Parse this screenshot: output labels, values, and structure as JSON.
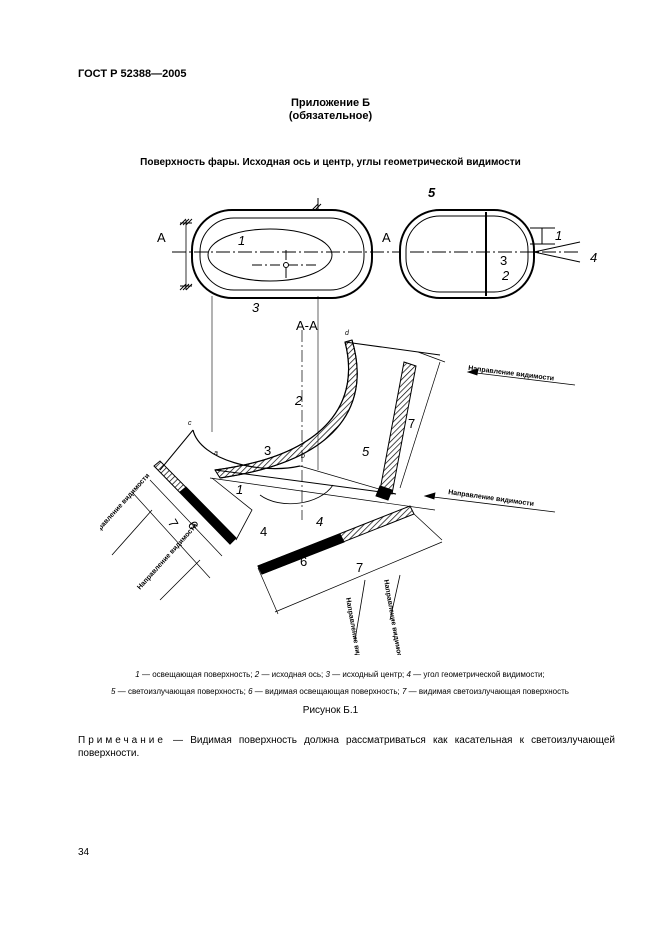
{
  "header": {
    "doc_id": "ГОСТ Р 52388—2005"
  },
  "annex": {
    "title": "Приложение Б",
    "subtitle": "(обязательное)"
  },
  "figure": {
    "heading": "Поверхность фары. Исходная ось и центр, углы геометрической видимости",
    "section_label": "А-А",
    "cut_label": "А",
    "callouts": [
      "1",
      "2",
      "3",
      "4",
      "5",
      "6",
      "7"
    ],
    "point_labels": [
      "a",
      "b",
      "c",
      "d"
    ],
    "direction_label": "Направление видимости",
    "caption": "Рисунок Б.1",
    "legend": [
      {
        "n": "1",
        "text": " — освещающая поверхность; "
      },
      {
        "n": "2",
        "text": " — исходная ось; "
      },
      {
        "n": "3",
        "text": " — исходный центр; "
      },
      {
        "n": "4",
        "text": " — угол геометрической видимости;"
      },
      {
        "n": "5",
        "text": " — светоизлучающая поверхность; "
      },
      {
        "n": "6",
        "text": " — видимая освещающая поверхность; "
      },
      {
        "n": "7",
        "text": " — видимая светоизлучающая поверхность"
      }
    ]
  },
  "note": {
    "label": "Примечание",
    "text": "— Видимая поверхность должна рассматриваться как касательная к светоизлучающей поверхности."
  },
  "page_number": "34"
}
